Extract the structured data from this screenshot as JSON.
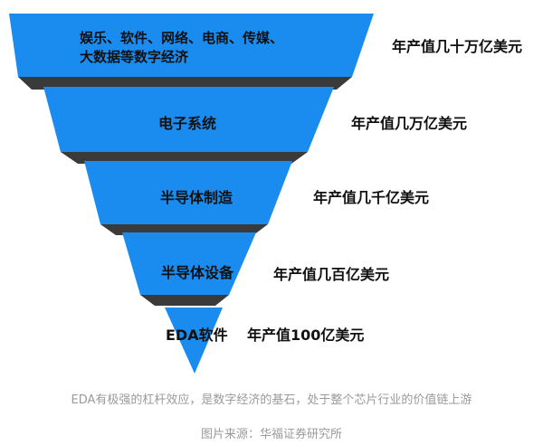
{
  "funnel": {
    "layers": [
      {
        "label_line1": "娱乐、软件、网络、电商、传媒、",
        "label_line2": "大数据等数字经济",
        "value": "年产值几十万亿美元"
      },
      {
        "label_line1": "电子系统",
        "label_line2": "",
        "value": "年产值几万亿美元"
      },
      {
        "label_line1": "半导体制造",
        "label_line2": "",
        "value": "年产值几千亿美元"
      },
      {
        "label_line1": "半导体设备",
        "label_line2": "",
        "value": "年产值几百亿美元"
      },
      {
        "label_line1": "EDA软件",
        "label_line2": "",
        "value": "年产值100亿美元"
      }
    ]
  },
  "caption": "EDA有极强的杠杆效应，是数字经济的基石，处于整个芯片行业的价值链上游",
  "source": "图片来源：华福证券研究所",
  "colors": {
    "layer_fill": "#1a8cf0",
    "layer_bevel": "#3a3a3a",
    "text": "#111111",
    "caption": "#9a9a9a"
  }
}
